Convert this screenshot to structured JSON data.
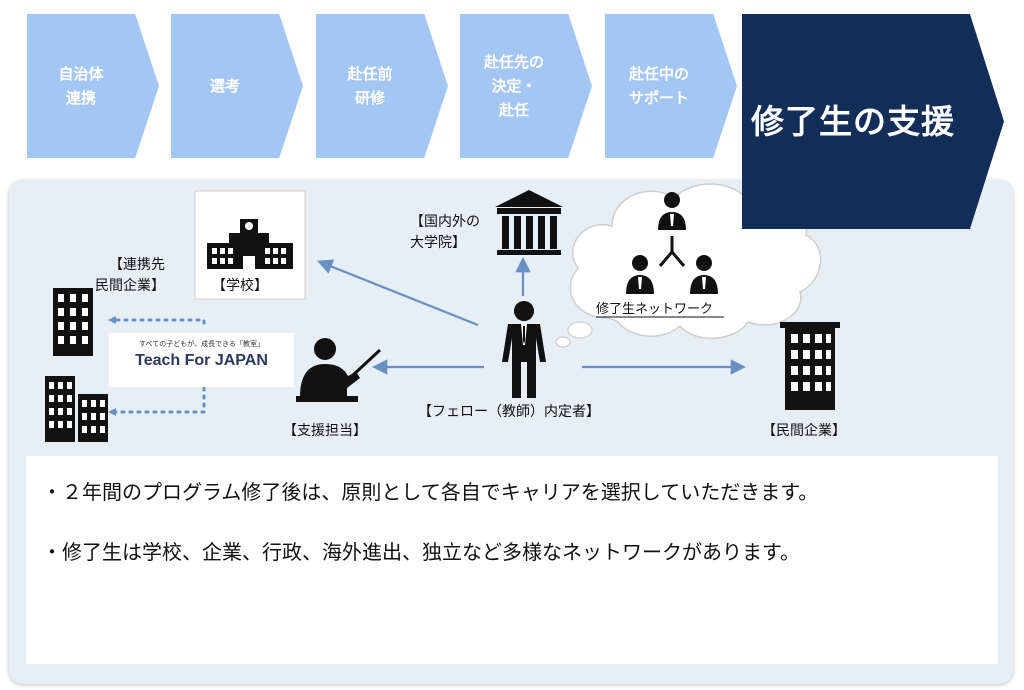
{
  "steps": [
    {
      "label": "自治体\n連携"
    },
    {
      "label": "選考"
    },
    {
      "label": "赴任前\n研修"
    },
    {
      "label": "赴任先の\n決定・\n赴任"
    },
    {
      "label": "赴任中の\nサポート"
    }
  ],
  "current_step": {
    "label": "修了生の支援"
  },
  "diagram": {
    "school_label": "【学校】",
    "university_label": "【国内外の\n大学院】",
    "network_label": "修了生ネットワーク",
    "partner_label": "【連携先\n民間企業】",
    "tfj_tagline": "すべての子どもが、成長できる「教室」",
    "tfj_name": "Teach For JAPAN",
    "support_label": "【支援担当】",
    "fellow_label": "【フェロー（教師）内定者】",
    "company_label": "【民間企業】"
  },
  "notes": [
    "・２年間のプログラム修了後は、原則として各自でキャリアを選択していただきます。",
    "・修了生は学校、企業、行政、海外進出、独立など多様なネットワークがあります。"
  ],
  "colors": {
    "step_light": "#a3c6f2",
    "step_dark": "#122d57",
    "panel": "#e6eef6",
    "arrow": "#6a8fc2",
    "dots": "#6a8fc2"
  }
}
